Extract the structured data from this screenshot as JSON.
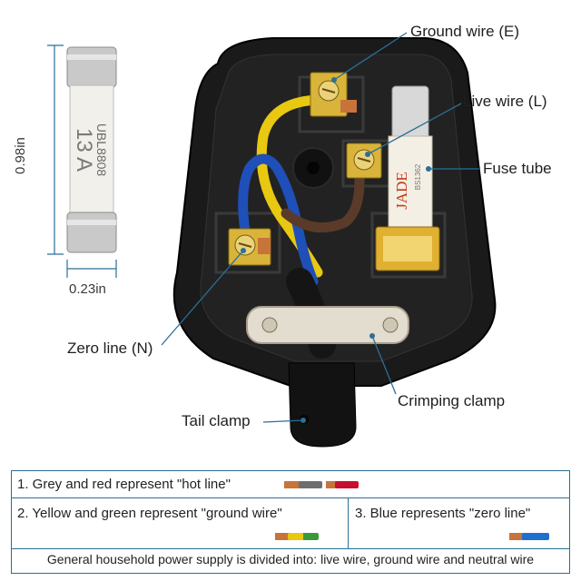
{
  "fuse": {
    "height_label": "0.98in",
    "width_label": "0.23in",
    "print_lines": [
      "UBL8808",
      "13 A"
    ]
  },
  "plug": {
    "fuse_brand": "JADE",
    "fuse_code": "BS1362"
  },
  "callouts": {
    "ground_wire": "Ground wire (E)",
    "live_wire": "Live wire (L)",
    "fuse_tube": "Fuse tube",
    "zero_line": "Zero line (N)",
    "crimping_clamp": "Crimping clamp",
    "tail_clamp": "Tail clamp"
  },
  "legend": {
    "row1": "1. Grey and red represent \"hot line\"",
    "row2a": "2. Yellow and green represent \"ground wire\"",
    "row2b": "3. Blue represents \"zero line\"",
    "footer": "General household power supply is divided into: live wire, ground wire and neutral wire"
  },
  "colors": {
    "grey_wire": "#6e6e6e",
    "red_wire": "#c8102e",
    "yellow_wire": "#e8c811",
    "green_wire": "#3a9a3a",
    "blue_wire": "#1f6fd1",
    "brown_wire": "#5a3b2a",
    "copper": "#c8733a",
    "table_border": "#2a6f97",
    "plug_body": "#1a1a1a"
  }
}
